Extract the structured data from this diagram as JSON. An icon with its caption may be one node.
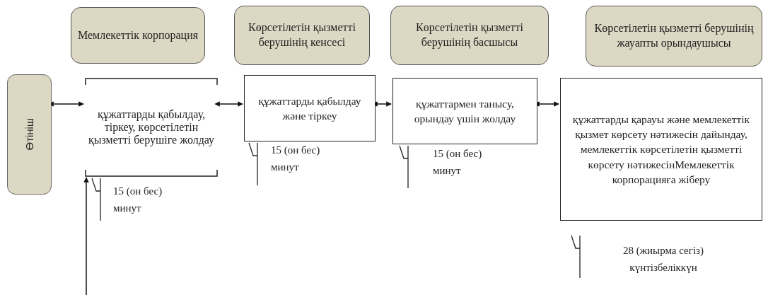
{
  "diagram": {
    "nodes": [
      {
        "text": [
          "Мемлекеттік корпорация"
        ]
      },
      {
        "text": [
          "Көрсетілетін қызметті берушінің кенсесі"
        ]
      },
      {
        "text": [
          "Көрсетілетін қызметті берушінің басшысы"
        ]
      },
      {
        "text": [
          "Көрсетілетін қызметті берушінің жауапты орындаушысы"
        ]
      },
      {
        "text": [
          "Өтініш"
        ]
      },
      {
        "text": [
          "құжаттарды қабылдау, тіркеу, көрсетілетін қызметті берушіге жолдау"
        ],
        "beside": [
          "15 (он бес) минут"
        ]
      },
      {
        "text": [
          "құжаттарды қабылдау және тіркеу"
        ],
        "beside": [
          "15 (он бес) минут"
        ]
      },
      {
        "text": [
          "құжаттармен танысу, орындау үшін жолдау"
        ],
        "beside": [
          "15 (он бес) минут"
        ]
      },
      {
        "text": [
          "құжаттарды қарауы және мемлекеттік қызмет көрсету нәтижесін дайындау, мемлекеттік көрсетілетін қызметті көрсету нәтижесінМемлекеттік корпорацияға жіберу"
        ],
        "beside": [
          "28 (жиырма сегіз) күнтізбеліккүн"
        ]
      }
    ],
    "edges": [
      {
        "from": 4,
        "to": 5,
        "arrow": "both"
      },
      {
        "from": 5,
        "to": 6,
        "arrow": "both"
      },
      {
        "from": 6,
        "to": 7,
        "arrow": "both"
      },
      {
        "from": 7,
        "to": 8,
        "arrow": "both"
      },
      {
        "from": null,
        "to": 5,
        "arrow": "to"
      }
    ]
  }
}
